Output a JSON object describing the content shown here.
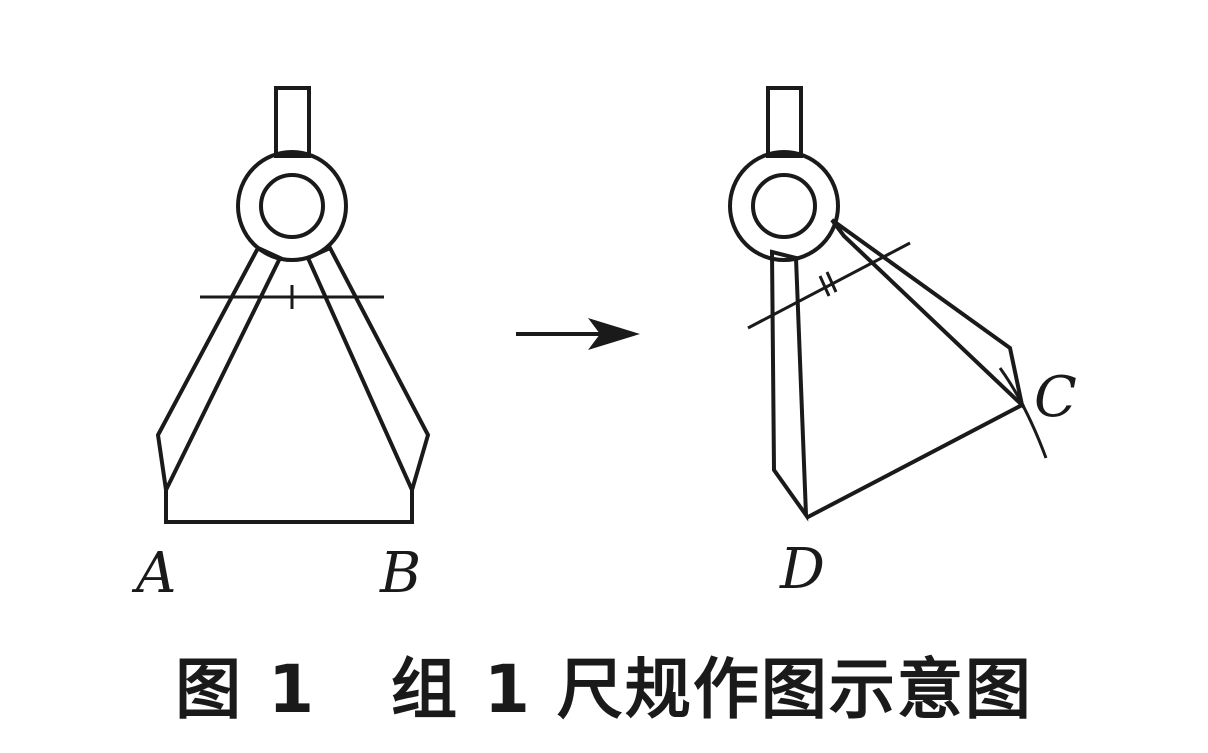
{
  "labels": {
    "A": "A",
    "B": "B",
    "C": "C",
    "D": "D"
  },
  "caption": "图 1   组 1 尺规作图示意图",
  "colors": {
    "line": "#1a1a1a",
    "pivot_fill": "#c8c8c8",
    "background": "#ffffff"
  }
}
